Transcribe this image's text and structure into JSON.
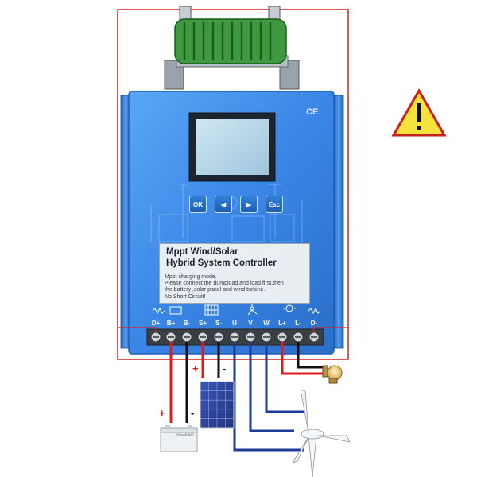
{
  "controller": {
    "title_line1": "Mppt Wind/Solar",
    "title_line2": "Hybrid System Controller",
    "note_lines": [
      "Mppt charging mode.",
      "Please connect the dumpload and load first,then",
      "the battery ,solar panel and wind turbine.",
      "No Short Circuit!"
    ],
    "ce_mark": "CE",
    "buttons": [
      "OK",
      "◀",
      "▶",
      "Esc"
    ],
    "terminals": [
      "D+",
      "B+",
      "B-",
      "S+",
      "S-",
      "U",
      "V",
      "W",
      "L+",
      "L-",
      "D-"
    ]
  },
  "wiring": {
    "battery_plus": "+",
    "battery_minus": "-",
    "solar_plus": "+",
    "solar_minus": "-"
  },
  "battery_label": "SOLAR BAT",
  "icons": [
    "dump-load-resistor-icon",
    "warning-icon",
    "solar-panel-icon",
    "battery-icon",
    "wind-turbine-icon",
    "light-bulb-icon"
  ],
  "colors": {
    "housing": "#3a86e6",
    "dump_load_wire": "#e01b1b",
    "wind_wire": "#1e3a9a",
    "resistor": "#3f9a3f",
    "warning_fill": "#f5e23a"
  }
}
